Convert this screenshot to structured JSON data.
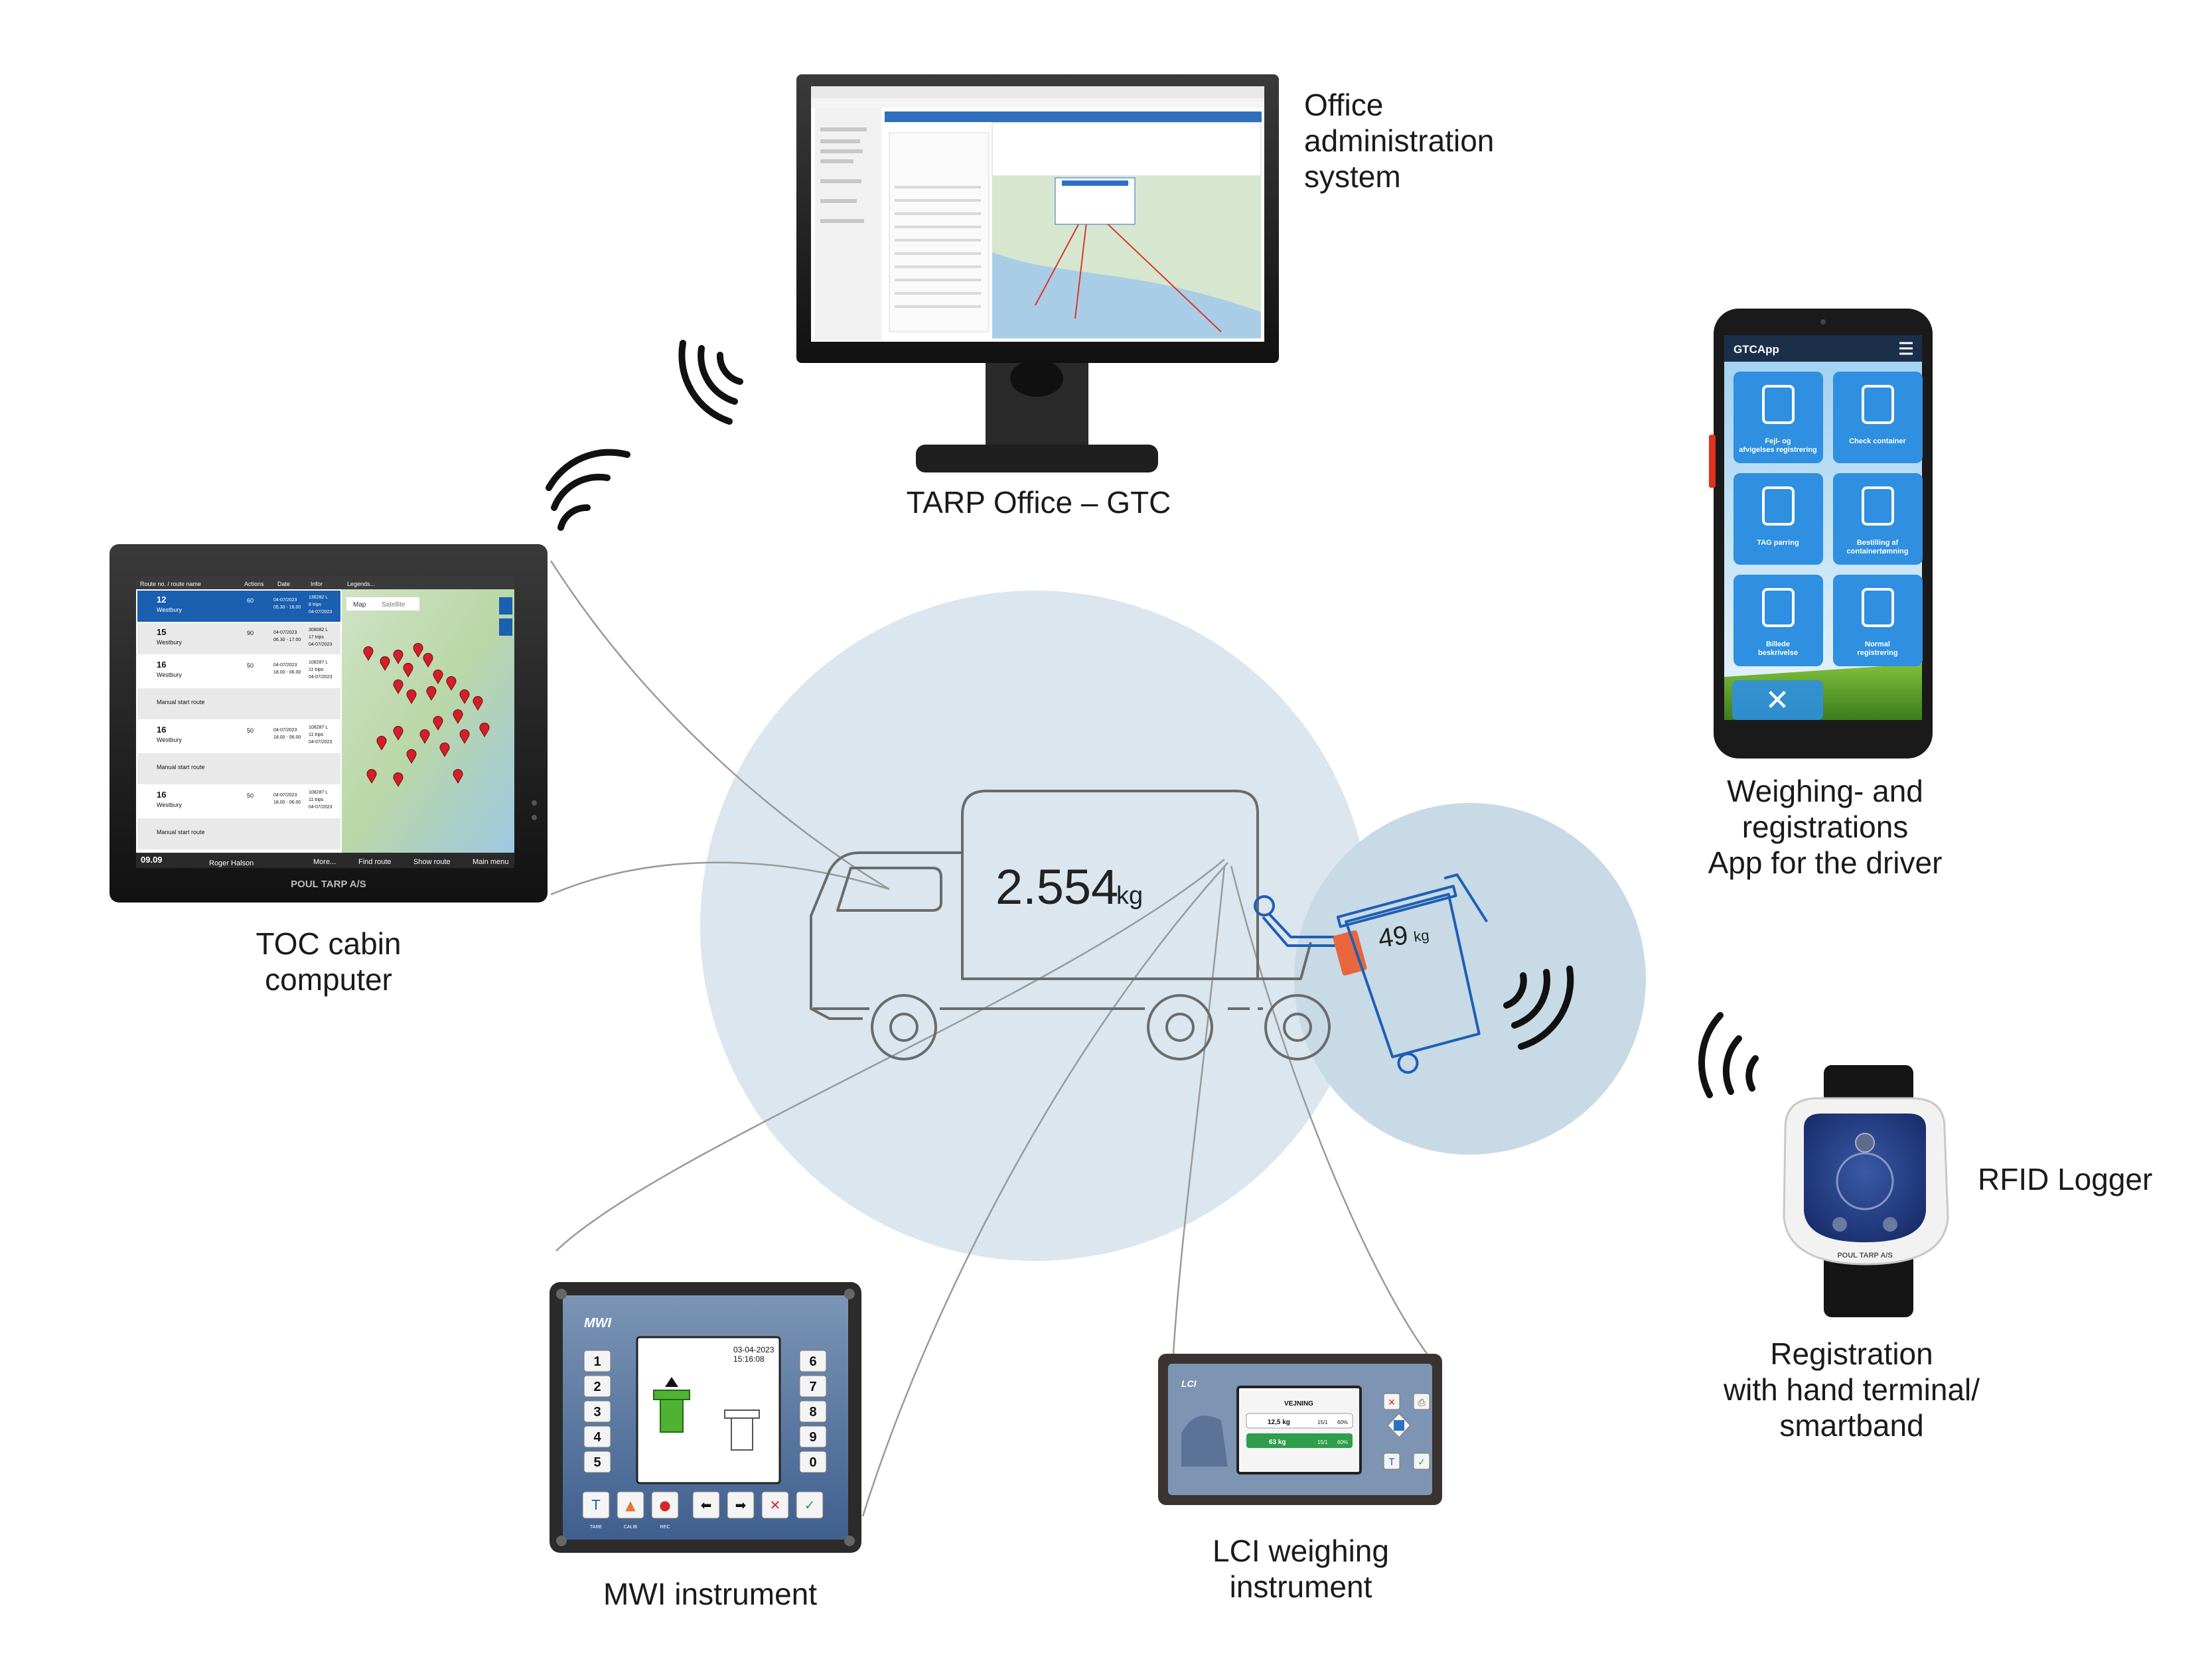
{
  "captions": {
    "office": [
      "Office",
      "administration",
      "system"
    ],
    "tarp_office": "TARP Office – GTC",
    "toc": [
      "TOC cabin",
      "computer"
    ],
    "app": [
      "Weighing- and",
      "registrations",
      "App for the driver"
    ],
    "rfid": "RFID Logger",
    "registration": [
      "Registration",
      "with hand terminal/",
      "smartband"
    ],
    "mwi": "MWI instrument",
    "lci": [
      "LCI weighing",
      "instrument"
    ]
  },
  "truck": {
    "weight_value": "2.554",
    "weight_unit": "kg"
  },
  "bin": {
    "weight_value": "49",
    "weight_unit": "kg"
  },
  "toc_screen": {
    "headers": [
      "Route no. / route name",
      "Actions",
      "Date",
      "Infor",
      "Legends..."
    ],
    "rows": [
      {
        "route": "12",
        "name": "Westbury",
        "actions": "60",
        "date": "04-07/2023",
        "time": "05.30 - 18.00",
        "info1": "136282 L",
        "info2": "8 trips",
        "info3": "04-07/2023"
      },
      {
        "route": "15",
        "name": "Westbury",
        "actions": "90",
        "date": "04-07/2023",
        "time": "06.30 - 17.00",
        "info1": "308082 L",
        "info2": "17 trips",
        "info3": "04-07/2023"
      },
      {
        "route": "16",
        "name": "Westbury",
        "actions": "50",
        "date": "04-07/2023",
        "time": "18.00 - 06.00",
        "info1": "108287 L",
        "info2": "11 trips",
        "info3": "04-07/2023"
      },
      {
        "route": "",
        "name": "Manual start route",
        "actions": "",
        "date": "",
        "time": "",
        "info1": "",
        "info2": "",
        "info3": ""
      },
      {
        "route": "16",
        "name": "Westbury",
        "actions": "50",
        "date": "04-07/2023",
        "time": "18.00 - 06.00",
        "info1": "108287 L",
        "info2": "11 trips",
        "info3": "04-07/2023"
      },
      {
        "route": "",
        "name": "Manual start route",
        "actions": "",
        "date": "",
        "time": "",
        "info1": "",
        "info2": "",
        "info3": ""
      },
      {
        "route": "16",
        "name": "Westbury",
        "actions": "50",
        "date": "04-07/2023",
        "time": "18.00 - 06.00",
        "info1": "108287 L",
        "info2": "11 trips",
        "info3": "04-07/2023"
      },
      {
        "route": "",
        "name": "Manual start route",
        "actions": "",
        "date": "",
        "time": "",
        "info1": "",
        "info2": "",
        "info3": ""
      }
    ],
    "map_tabs": [
      "Map",
      "Satellite"
    ],
    "footer": {
      "time": "09.09",
      "user": "Roger Halson",
      "buttons": [
        "More...",
        "Find route",
        "Show route",
        "Main menu"
      ]
    },
    "brand": "POUL TARP A/S"
  },
  "phone": {
    "app_name": "GTCApp",
    "tiles": [
      "Fejl- og afvigelses registrering",
      "Check container",
      "TAG parring",
      "Bestilling af containertømning",
      "Billede beskrivelse",
      "Normal registrering"
    ]
  },
  "mwi": {
    "brand": "MWI",
    "keys_left": [
      "1",
      "2",
      "3",
      "4",
      "5"
    ],
    "keys_right": [
      "6",
      "7",
      "8",
      "9",
      "0"
    ],
    "date": "03-04-2023",
    "time": "15:16:08",
    "bottom_labels": [
      "TARE",
      "CALIB",
      "REC",
      "",
      "",
      "",
      ""
    ]
  },
  "lci": {
    "brand": "LCI",
    "screen_title": "VEJNING",
    "value1": "12,5 kg",
    "value2": "63 kg",
    "small1": "15/1",
    "small2": "60%",
    "small3": "15/1",
    "small4": "60%"
  },
  "rfid_device": {
    "brand": "POUL TARP A/S"
  },
  "colors": {
    "circle_main": "#dbe6ee",
    "circle_side": "#c8dae6",
    "accent_blue": "#1f5fb4",
    "orange": "#e8663d",
    "truck_line": "#6b6b6b",
    "app_tile": "#2f8fe0"
  }
}
